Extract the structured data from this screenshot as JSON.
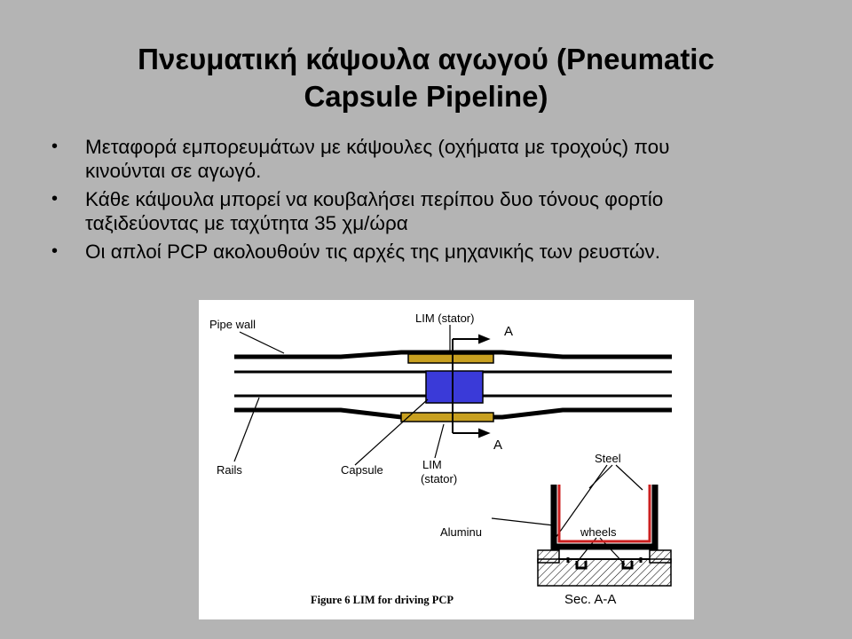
{
  "slide": {
    "title_line1": "Πνευματική κάψουλα αγωγού (Pneumatic",
    "title_line2": "Capsule Pipeline)",
    "bullets": [
      {
        "line1": "Μεταφορά εμπορευμάτων με κάψουλες (οχήματα με τροχούς) που",
        "line2": "κινούνται σε αγωγό."
      },
      {
        "line1": "Κάθε κάψουλα μπορεί να κουβαλήσει περίπου δυο τόνους φορτίο",
        "line2": "ταξιδεύοντας με ταχύτητα  35 χμ/ώρα"
      },
      {
        "line1": "Οι απλοί  PCP ακολουθούν τις αρχές της μηχανικής των ρευστών.",
        "line2": ""
      }
    ],
    "bullet_glyph": "•"
  },
  "figure": {
    "labels": {
      "pipe_wall": "Pipe wall",
      "lim_stator_top": "LIM (stator)",
      "section_a_top": "A",
      "section_a_bottom": "A",
      "rails": "Rails",
      "capsule": "Capsule",
      "lim_line1": "LIM",
      "lim_line2": "(stator)",
      "steel": "Steel",
      "wheels": "wheels",
      "aluminu": "Aluminu",
      "sec_aa": "Sec. A-A"
    },
    "caption": "Figure 6  LIM for driving PCP",
    "colors": {
      "stator": "#c8a020",
      "capsule": "#3a3ad8",
      "steel": "#cc1f1f",
      "line": "#000000"
    }
  }
}
